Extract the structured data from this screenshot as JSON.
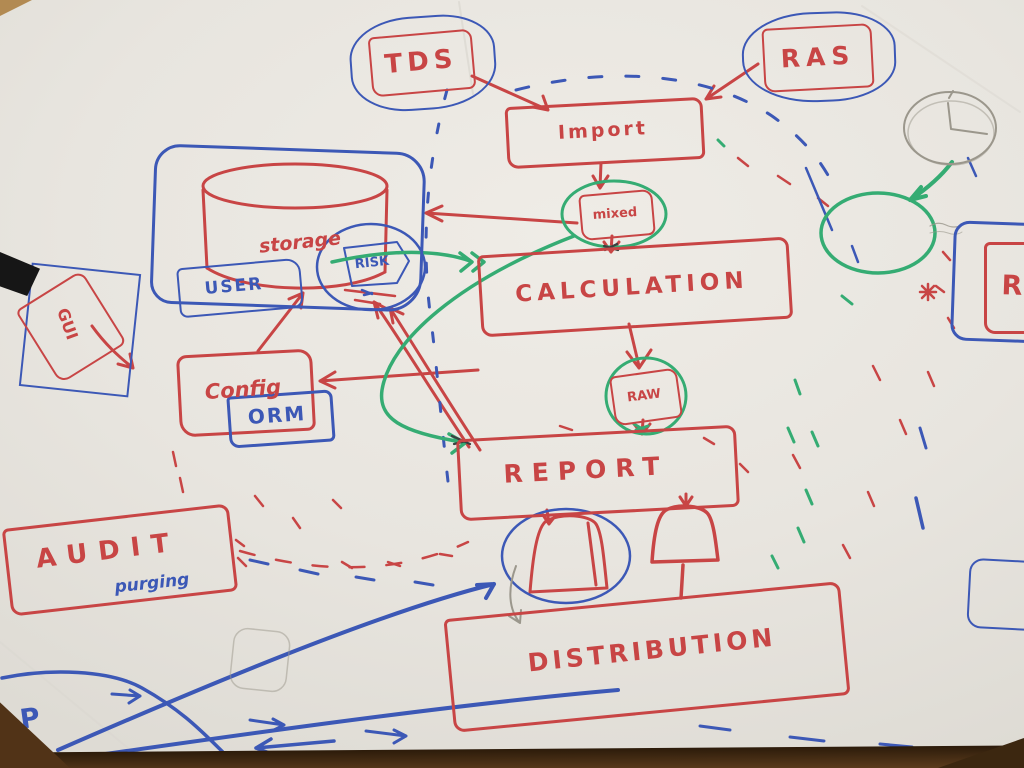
{
  "colors": {
    "red": "#c84545",
    "blue": "#3c58b6",
    "green": "#35ac73",
    "pencil": "#9b978c"
  },
  "nodes": {
    "tds": "TDS",
    "ras": "RAS",
    "import": "Import",
    "mixed": "mixed",
    "calculation": "CALCULATION",
    "storage": "storage",
    "risk": "RISK",
    "user": "USER",
    "config": "Config",
    "orm": "ORM",
    "raw": "RAW",
    "report": "REPORT",
    "audit": "AUDIT",
    "audit_note": "purging",
    "distribution": "DISTRIBUTION",
    "gui": "GUI",
    "p_note": "P",
    "partial_right": "R"
  },
  "icons": {
    "clock": "clock-icon",
    "asterisk": "asterisk-icon"
  }
}
